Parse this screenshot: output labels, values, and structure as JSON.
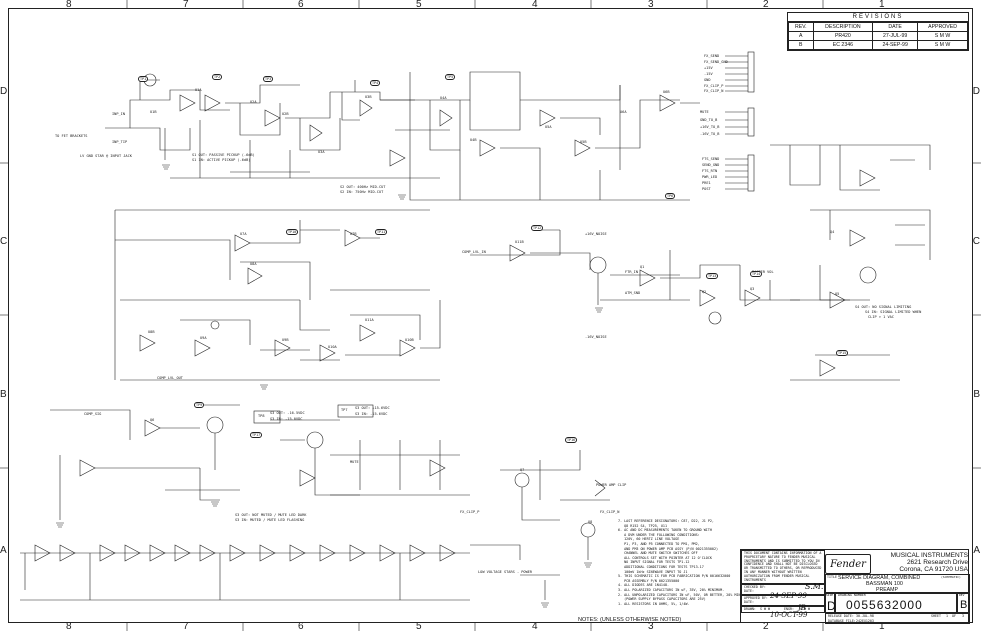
{
  "zones": {
    "columns": [
      "8",
      "7",
      "6",
      "5",
      "4",
      "3",
      "2",
      "1"
    ],
    "rows": [
      "D",
      "C",
      "B",
      "A"
    ]
  },
  "revisions": {
    "title": "REVISIONS",
    "headers": [
      "REV.",
      "DESCRIPTION",
      "DATE",
      "APPROVED"
    ],
    "rows": [
      {
        "rev": "A",
        "description": "PR420",
        "date": "27-JUL-99",
        "approved": "S M W"
      },
      {
        "rev": "B",
        "description": "EC 2346",
        "date": "24-SEP-99",
        "approved": "S M W"
      }
    ]
  },
  "title_block": {
    "confidential": "THIS DOCUMENT CONTAINS INFORMATION OF A PROPRIETARY NATURE TO FENDER MUSICAL INSTRUMENTS AND IS SUBMITTED TO YOU IN CONFIDENCE AND SHALL NOT BE DISCLOSED OR TRANSMITTED TO OTHERS, OR REPRODUCED IN ANY MANNER WITHOUT WRITTEN AUTHORIZATION FROM FENDER MUSICAL INSTRUMENTS",
    "checked_label": "CHECKED BY:",
    "date_label": "DATE:",
    "approved_label": "APPROVED BY:",
    "drawn_label": "DRAWN:",
    "drawn_value": "S W W",
    "engr_label": "ENGR:",
    "engr_value": "S W W",
    "company_line1": "MUSICAL INSTRUMENTS",
    "company_line2": "2621 Research Drive",
    "company_line3": "Corona, CA 91720 USA",
    "logo_text": "Fender",
    "title_label": "TITLE",
    "title_line1": "SERVICE DIAGRAM, COMBINED",
    "title_line1_suffix": "(SCHEMATIC)",
    "title_line2": "BASSMAN 100",
    "title_line3": "PREAMP",
    "size_label": "SIZE",
    "size_value": "D",
    "drawing_number_label": "DRAWING NUMBER",
    "drawing_number": "0055632000",
    "rev_label": "REV",
    "rev_value": "B",
    "release_date_label": "RELEASE DATE:",
    "release_date": "30-JUL-98",
    "sheet_label": "SHEET",
    "sheet_value": "1",
    "of_label": "OF",
    "of_value": "3",
    "database_label": "DATABASE FILE:",
    "database_file": "242EX1203"
  },
  "notes": {
    "title": "NOTES: (UNLESS OTHERWISE NOTED)",
    "lines": [
      "7. LAST REFERENCE DESIGNATORS: C87, D22, J1 P2,",
      "   Q8 R152 S4, TP25, U11",
      "6. AC AND DC MEASUREMENTS TAKEN TO GROUND WITH",
      "   A DVM UNDER THE FOLLOWING CONDITIONS:",
      "   120V, 60 HERTZ LINE VOLTAGE",
      "   P1, P3, AND P5 CONNECTED TO PM1, PM2,",
      "   AND PM3 ON POWER AMP PCB ASSY (P/N 0021355002)",
      "   CHANNEL AND MUTE SWITCH SWITCHES OFF",
      "   ALL CONTROLS SET WITH POINTER AT 12 O'CLOCK",
      "   NO INPUT SIGNAL FOR TESTS TP1-12",
      "   ADDITIONAL CONDITIONS FOR TESTS TP13-17",
      "   100mV 1kHz SINEWAVE INPUT TO J1",
      "5. THIS SCHEMATIC IS FOR PCB FABRICATION P/N 0016632000",
      "   PCB ASSEMBLY P/N 0021355000",
      "4. ALL DIODES ARE 1N4148.",
      "3. ALL POLARIZED CAPACITORS IN uF, 35V, 20% MINIMUM.",
      "2. ALL UNPOLARIZED CAPACITORS IN uF, 50V, OR BETTER, 20% MINIMUM.",
      "   (POWER SUPPLY BYPASS CAPACITORS ARE 25V)",
      "1. ALL RESISTORS IN OHMS, 5%, 1/4W."
    ]
  },
  "connectors": {
    "p1_top": [
      "FX_SEND",
      "FX_SEND_GND",
      "+15V",
      "-15V",
      "GND",
      "FX_CLIP_P",
      "FX_CLIP_N"
    ],
    "p1_mid": [
      "MUTE",
      "GND_TO_B",
      "+16V_TO_B",
      "-16V_TO_B"
    ],
    "p1_low": [
      "FTS_SEND",
      "SEND_GND",
      "FTS_RTN",
      "PWR_LED",
      "PRE1",
      "POST"
    ]
  },
  "annotations": {
    "to_fet_brackets": "TO FET BRACKETS",
    "lv_gnd": "LV GND STAR @ INPUT JACK",
    "inp_in": "INP_IN",
    "inp_tip": "INP_TIP",
    "s1_label": "S1 OUT: PASSIVE PICKUP (-6dB)",
    "s1_label2": "S1 IN: ACTIVE PICKUP (-6dB)",
    "s2_label": "S2 OUT: 400Hz MID-CUT",
    "s2_label2": "S2 IN: 750Hz MID-CUT",
    "s3_label": "S3 OUT: NOT MUTED / MUTE LED DARK",
    "s3_label2": "S3 IN: MUTED / MUTE LED FLASHING",
    "s4_label": "S4 OUT: NO SIGNAL LIMITING",
    "s4_label2": "S4 IN: SIGNAL LIMITED WHEN",
    "s4_label3": "CLIP > 1 VAC",
    "comp_lvl_in": "COMP_LVL_IN",
    "comp_lvl_out": "COMP_LVL_OUT",
    "comp_sig": "COMP_SIG",
    "ftr_in": "FTR_IN",
    "atm_snd": "ATM_SND",
    "low_voltage": "LOW VOLTAGE STARS - POWER",
    "power_amp_clip": "POWER AMP CLIP",
    "fx_clip_p": "FX_CLIP_P",
    "fx_clip_n": "FX_CLIP_N",
    "tp8": "TP8",
    "tp7": "TP7",
    "s3_out_v": "S3 OUT: -16.5VDC",
    "s3_in_v": "S3 IN: -15.0VDC",
    "s3_out_v2": "S3 OUT: +15.6VDC",
    "s3_in_v2": "S3 IN: -15.6VDC",
    "mute": "MUTE",
    "vr_noise": "+16V_NOISE",
    "vn_noise": "-16V_NOISE",
    "master_vol": "MASTER VOL",
    "tp_tags": [
      "TP10",
      "TP11",
      "TP12",
      "TP13",
      "TP14",
      "TP15",
      "TP16",
      "TP17",
      "TP9",
      "TP1",
      "TP2",
      "TP3",
      "TP4",
      "TP5",
      "TP6"
    ],
    "part_tags": [
      "U1A",
      "U1B",
      "U2A",
      "U2B",
      "U3A",
      "U3B",
      "U4A",
      "U4B",
      "U5A",
      "U5B",
      "U6A",
      "U6B",
      "U7A",
      "U7B",
      "U8A",
      "U8B",
      "U9A",
      "U9B",
      "U10A",
      "U10B",
      "U11A",
      "U11B",
      "Q1",
      "Q2",
      "Q3",
      "Q4",
      "Q5",
      "Q6",
      "Q7",
      "Q8"
    ]
  },
  "handwriting": {
    "checked": "S.M.",
    "checked_date": "24-SEP-99",
    "approved": "JB",
    "approved_date": "10-OCT-99"
  }
}
